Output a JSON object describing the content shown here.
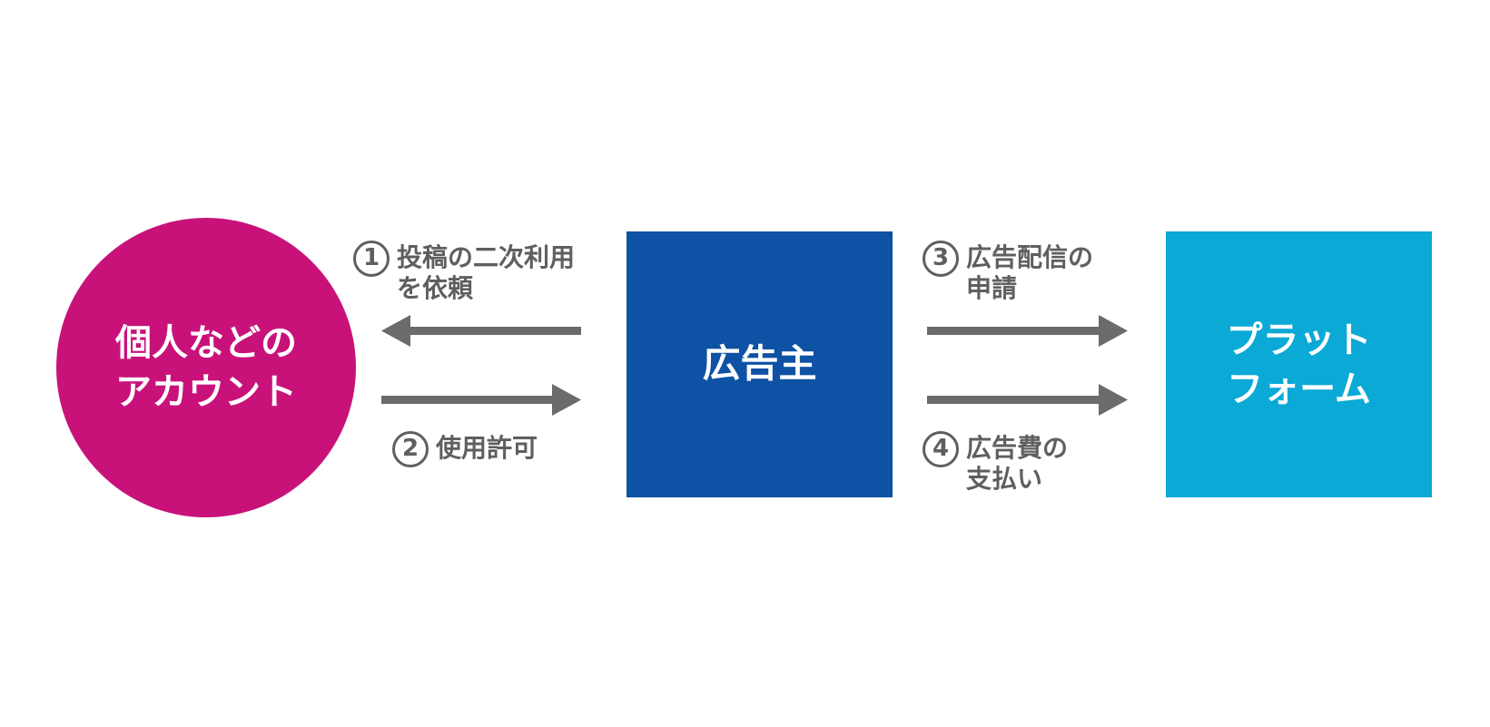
{
  "nodes": {
    "account": {
      "lines": [
        "個人などの",
        "アカウント"
      ],
      "color": "#c8127a"
    },
    "advertiser": {
      "lines": [
        "広告主"
      ],
      "color": "#0d52a4"
    },
    "platform": {
      "lines": [
        "プラット",
        "フォーム"
      ],
      "color": "#0ba9d6"
    }
  },
  "steps": [
    {
      "number": "1",
      "lines": [
        "投稿の二次利用",
        "を依頼"
      ]
    },
    {
      "number": "2",
      "lines": [
        "使用許可"
      ]
    },
    {
      "number": "3",
      "lines": [
        "広告配信の",
        "申請"
      ]
    },
    {
      "number": "4",
      "lines": [
        "広告費の",
        "支払い"
      ]
    }
  ],
  "colors": {
    "arrow": "#6b6b6b",
    "label_text": "#5f5f5f"
  }
}
